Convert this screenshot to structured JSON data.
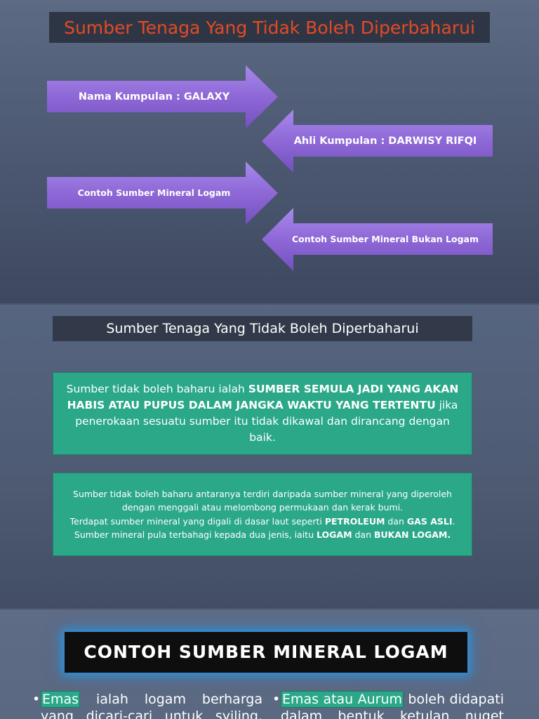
{
  "slide1": {
    "title": "Sumber Tenaga Yang Tidak Boleh Diperbaharui",
    "arrows": [
      {
        "label": "Nama Kumpulan : GALAXY",
        "direction": "right"
      },
      {
        "label": "Ahli Kumpulan : DARWISY RIFQI",
        "direction": "left"
      },
      {
        "label": "Contoh Sumber Mineral Logam",
        "direction": "right"
      },
      {
        "label": "Contoh Sumber Mineral Bukan Logam",
        "direction": "left"
      }
    ],
    "colors": {
      "title_text": "#e54a22",
      "arrow_fill": "#8e68d6"
    }
  },
  "slide2": {
    "title": "Sumber Tenaga Yang Tidak Boleh Diperbaharui",
    "box1": {
      "text_start": "Sumber tidak boleh baharu ialah ",
      "text_bold": "SUMBER SEMULA JADI YANG AKAN HABIS ATAU PUPUS DALAM JANGKA WAKTU YANG TERTENTU",
      "text_end": " jika penerokaan sesuatu sumber itu tidak dikawal dan dirancang dengan baik."
    },
    "box2": {
      "line1": "Sumber tidak boleh baharu antaranya terdiri daripada sumber mineral yang diperoleh dengan menggali atau melombong permukaan dan kerak bumi.",
      "line2_start": "Terdapat sumber mineral yang digali di dasar laut seperti ",
      "line2_bold1": "PETROLEUM",
      "line2_mid": " dan ",
      "line2_bold2": "GAS ASLI",
      "line2_end": ".",
      "line3_start": "Sumber mineral pula terbahagi kepada dua jenis, iaitu ",
      "line3_bold1": "LOGAM",
      "line3_mid": " dan ",
      "line3_bold2": "BUKAN LOGAM."
    },
    "colors": {
      "box_fill": "#2aa888"
    }
  },
  "slide3": {
    "banner": "CONTOH SUMBER MINERAL LOGAM",
    "left_column": {
      "bullet": "•",
      "highlight": "Emas",
      "text": " ialah logam berharga yang dicari-cari untuk syiling, barang"
    },
    "right_column": {
      "bullet": "•",
      "highlight": "Emas atau Aurum",
      "text": " boleh didapati dalam bentuk ketulan nuget atau"
    }
  }
}
